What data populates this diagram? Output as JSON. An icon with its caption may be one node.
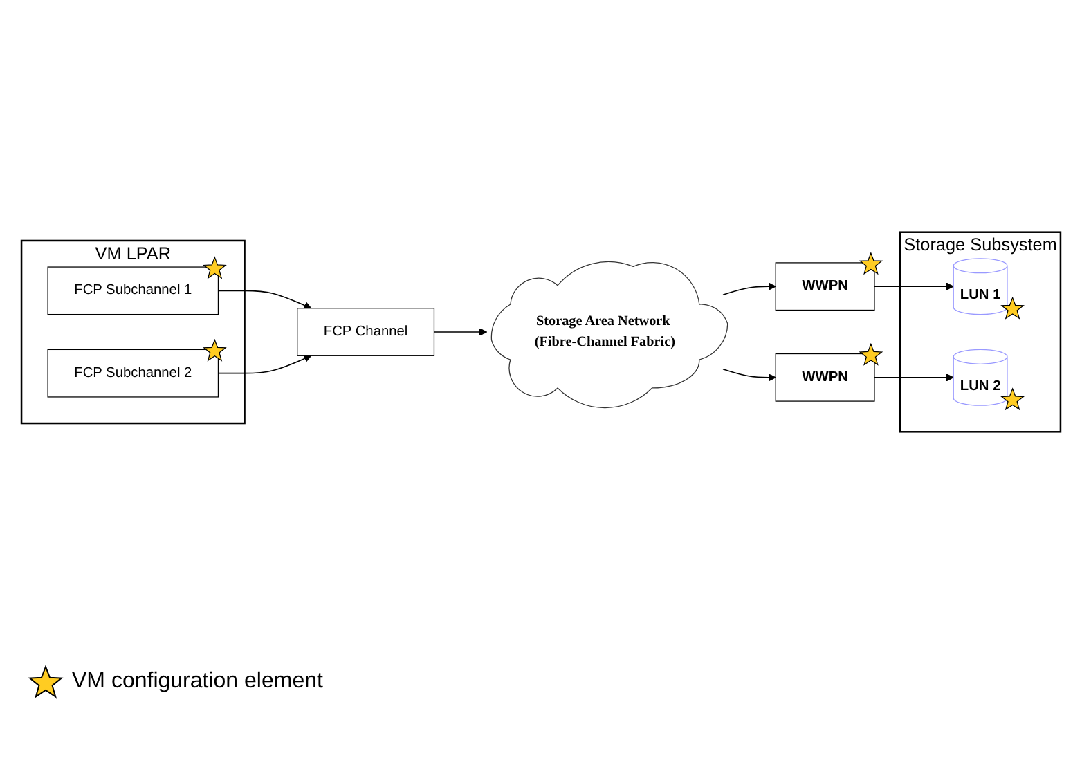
{
  "diagram": {
    "nodes": [
      {
        "text": [
          "VM LPAR"
        ]
      },
      {
        "text": [
          "FCP Subchannel 1"
        ],
        "in": 0
      },
      {
        "text": [
          "FCP Subchannel 2"
        ],
        "in": 0
      },
      {
        "text": [
          "FCP Channel"
        ]
      },
      {
        "text": [
          "Storage Area Network (Fibre-Channel Fabric)"
        ]
      },
      {
        "text": [
          "WWPN"
        ]
      },
      {
        "text": [
          "Storage Subsystem"
        ]
      },
      {
        "text": [
          "LUN 1"
        ],
        "in": 6
      },
      {
        "text": [
          "LUN 2"
        ],
        "in": 6
      },
      {
        "text": [
          "WWPN"
        ]
      }
    ],
    "edges": [
      {
        "from": 1,
        "to": 3,
        "arrow": "to"
      },
      {
        "from": 2,
        "to": 3,
        "arrow": "to"
      },
      {
        "from": 3,
        "to": 4,
        "arrow": "to"
      },
      {
        "from": 4,
        "to": 5,
        "arrow": "to"
      },
      {
        "from": 4,
        "to": 9,
        "arrow": "to"
      },
      {
        "from": 5,
        "to": 7,
        "arrow": "to"
      },
      {
        "from": 9,
        "to": 8,
        "arrow": "to"
      }
    ],
    "legend": [
      {
        "text": "VM configuration element"
      }
    ]
  }
}
